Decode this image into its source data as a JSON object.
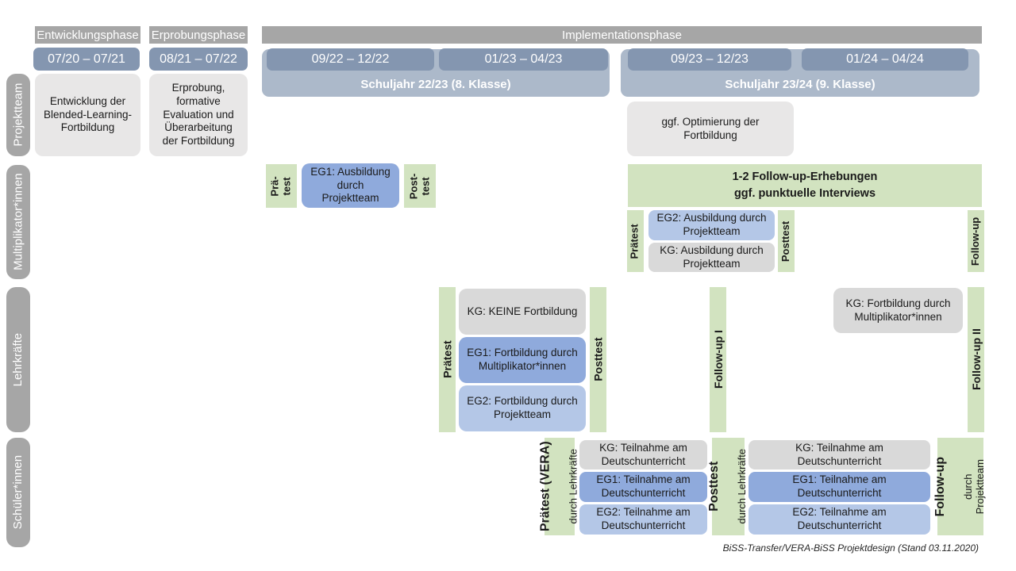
{
  "colors": {
    "header_gray": "#a6a6a6",
    "date_blue": "#8496b0",
    "year_blue": "#acb9ca",
    "box_light_gray": "#e8e7e7",
    "box_kg_gray": "#d9d9d9",
    "box_eg1_blue": "#8faadc",
    "box_eg2_blue": "#b4c7e7",
    "box_green": "#d2e3c0"
  },
  "phases": {
    "entwicklung": "Entwicklungsphase",
    "erprobung": "Erprobungsphase",
    "implementation": "Implementationsphase"
  },
  "dates": {
    "d1": "07/20 – 07/21",
    "d2": "08/21 – 07/22",
    "d3": "09/22 – 12/22",
    "d4": "01/23 – 04/23",
    "d5": "09/23 – 12/23",
    "d6": "01/24 – 04/24"
  },
  "years": {
    "y1": "Schuljahr 22/23 (8. Klasse)",
    "y2": "Schuljahr 23/24 (9. Klasse)"
  },
  "row_labels": {
    "projektteam": "Projektteam",
    "multiplikatoren": "Multiplikator*innen",
    "lehrkraefte": "Lehrkräfte",
    "schueler": "Schüler*innen"
  },
  "projektteam": {
    "entwicklung_box": "Entwicklung der Blended-Learning-Fortbildung",
    "erprobung_box": "Erprobung, formative Evaluation und Überarbeitung der Fortbildung",
    "optimierung_box": "ggf. Optimierung der Fortbildung"
  },
  "multiplikatoren": {
    "praetest_1": "Prä-\ntest",
    "eg1": "EG1: Ausbildung durch Projektteam",
    "posttest_1": "Post-\ntest",
    "followup_box": "1-2 Follow-up-Erhebungen\nggf. punktuelle Interviews",
    "praetest_2": "Prätest",
    "eg2": "EG2: Ausbildung durch Projektteam",
    "kg": "KG: Ausbildung durch Projektteam",
    "posttest_2": "Posttest",
    "followup": "Follow-up"
  },
  "lehrkraefte": {
    "praetest": "Prätest",
    "kg": "KG: KEINE Fortbildung",
    "eg1": "EG1: Fortbildung durch Multiplikator*innen",
    "eg2": "EG2: Fortbildung durch Projektteam",
    "posttest": "Posttest",
    "followup1": "Follow-up I",
    "kg2": "KG: Fortbildung durch Multiplikator*innen",
    "followup2": "Follow-up II"
  },
  "schueler": {
    "praetest_title": "Prätest (VERA)",
    "praetest_sub": "durch Lehrkräfte",
    "kg1": "KG: Teilnahme am Deutschunterricht",
    "eg1_1": "EG1: Teilnahme am Deutschunterricht",
    "eg2_1": "EG2: Teilnahme am Deutschunterricht",
    "posttest_title": "Posttest",
    "posttest_sub": "durch Lehrkräfte",
    "kg2": "KG: Teilnahme am Deutschunterricht",
    "eg1_2": "EG1: Teilnahme am Deutschunterricht",
    "eg2_2": "EG2: Teilnahme am Deutschunterricht",
    "followup_title": "Follow-up",
    "followup_sub": "durch\nProjektteam"
  },
  "caption": "BiSS-Transfer/VERA-BiSS Projektdesign (Stand 03.11.2020)"
}
